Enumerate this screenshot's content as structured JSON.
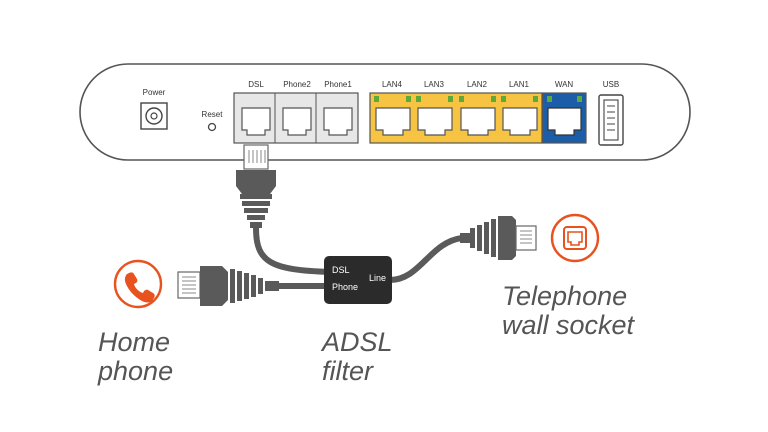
{
  "router": {
    "power_label": "Power",
    "reset_label": "Reset",
    "ports": {
      "dsl": "DSL",
      "phone2": "Phone2",
      "phone1": "Phone1",
      "lan4": "LAN4",
      "lan3": "LAN3",
      "lan2": "LAN2",
      "lan1": "LAN1",
      "wan": "WAN",
      "usb": "USB"
    }
  },
  "filter": {
    "dsl_label": "DSL",
    "phone_label": "Phone",
    "line_label": "Line"
  },
  "captions": {
    "home_phone": [
      "Home",
      "phone"
    ],
    "adsl_filter": [
      "ADSL",
      "filter"
    ],
    "wall_socket": [
      "Telephone",
      "wall socket"
    ]
  },
  "colors": {
    "accent_orange": "#e8521f",
    "lan_yellow": "#f6c343",
    "wan_blue": "#1c5da8",
    "led_green": "#5fa83a",
    "cable_gray": "#5a5a5a",
    "filter_box": "#2b2b2b"
  },
  "icons": {
    "home_phone": "phone-handset-icon",
    "wall_socket": "phone-socket-icon"
  }
}
